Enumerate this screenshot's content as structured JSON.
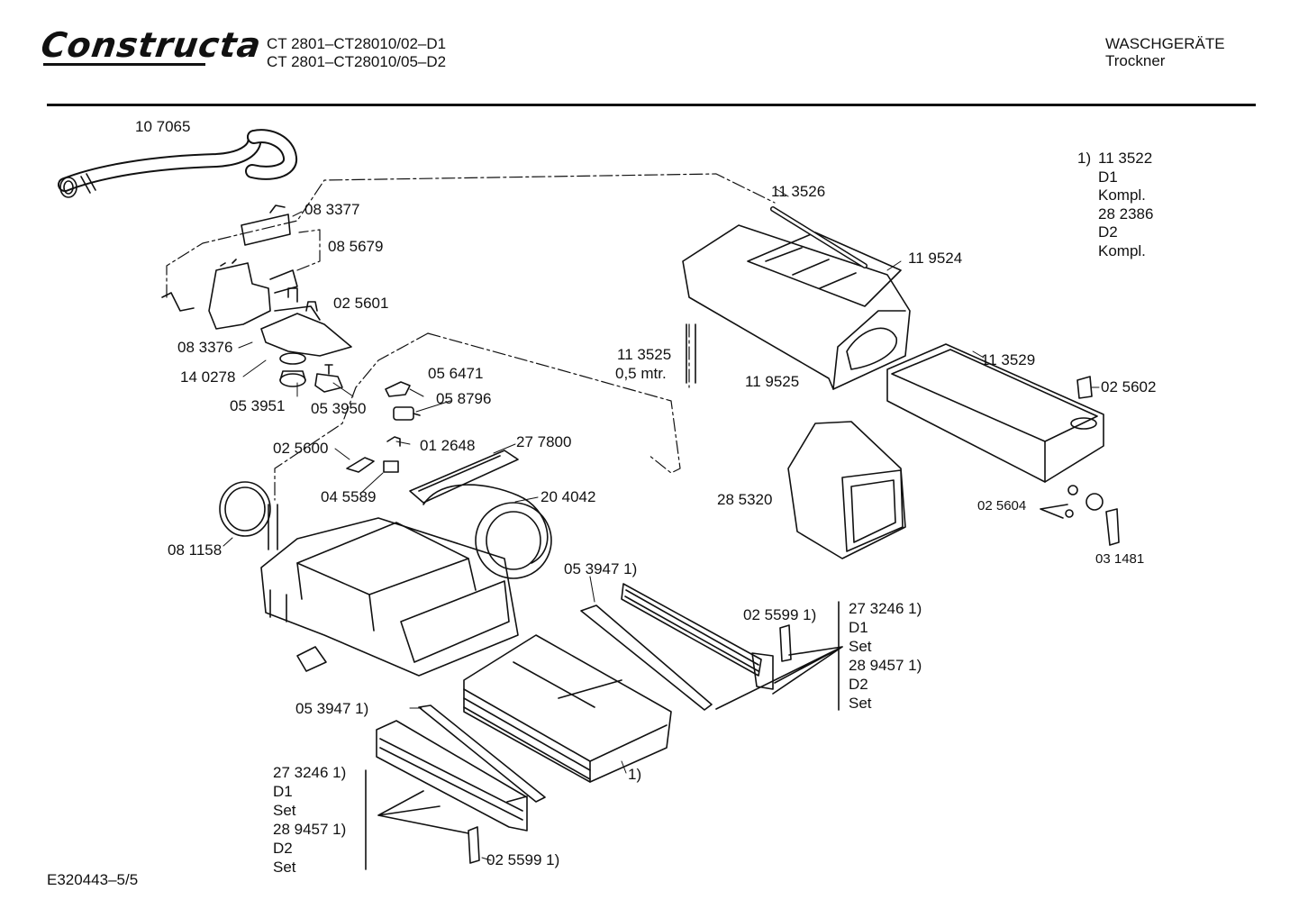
{
  "header": {
    "logo": "Constructa",
    "model_line_1": "CT 2801–CT28010/02–D1",
    "model_line_2": "CT 2801–CT28010/05–D2",
    "category": "WASCHGERÄTE",
    "subcategory": "Trockner"
  },
  "footnote": {
    "marker": "1)",
    "line1": "11 3522",
    "line2": "D1",
    "line3": "Kompl.",
    "line4": "28 2386",
    "line5": "D2",
    "line6": "Kompl."
  },
  "parts": {
    "p107065": "10 7065",
    "p083377": "08 3377",
    "p085679": "08 5679",
    "p025601": "02 5601",
    "p083376": "08 3376",
    "p140278": "14 0278",
    "p053951": "05 3951",
    "p053950": "05 3950",
    "p056471": "05 6471",
    "p058796": "05 8796",
    "p025600": "02 5600",
    "p012648": "01 2648",
    "p277800": "27 7800",
    "p045589": "04 5589",
    "p204042": "20 4042",
    "p081158": "08 1158",
    "p113526": "11 3526",
    "p119524": "11 9524",
    "p113525": "11 3525",
    "p113525b": "0,5 mtr.",
    "p119525": "11 9525",
    "p113529": "11 3529",
    "p025602": "02 5602",
    "p285320": "28 5320",
    "p025604": "02 5604",
    "p031481": "03 1481",
    "p053947a": "05 3947 1)",
    "p025599a": "02 5599 1)",
    "p053947b": "05 3947 1)",
    "p1": "1)",
    "p025599b": "02 5599 1)"
  },
  "right_set": [
    "27 3246 1)",
    "D1",
    "Set",
    "28 9457 1)",
    "D2",
    "Set"
  ],
  "left_set": [
    "27 3246 1)",
    "D1",
    "Set",
    "28 9457 1)",
    "D2",
    "Set"
  ],
  "footer": {
    "code": "E320443–5/5"
  }
}
